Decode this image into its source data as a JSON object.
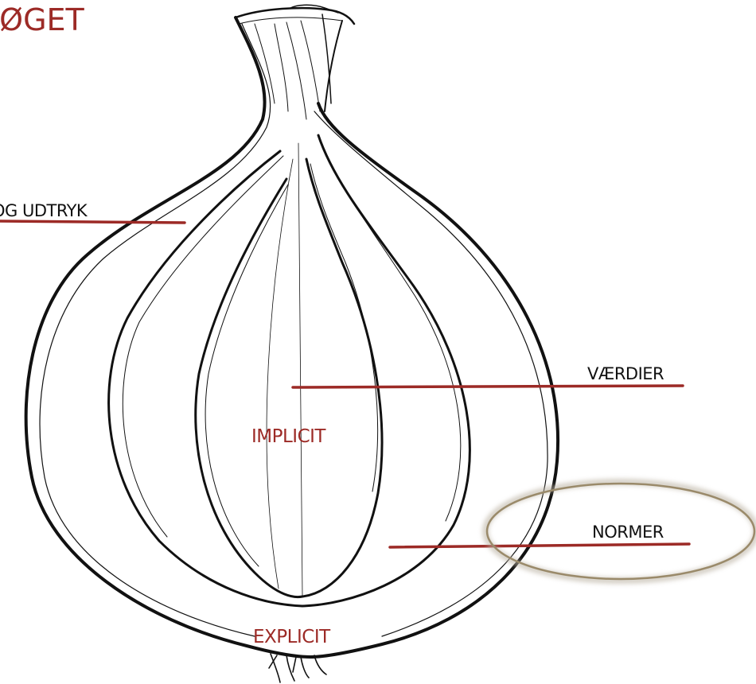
{
  "diagram": {
    "title": "LØGET",
    "labels": {
      "outer": "OG UDTRYK",
      "middle": "VÆRDIER",
      "inner": "NORMER",
      "implicit": "IMPLICIT",
      "explicit": "EXPLICIT"
    },
    "colors": {
      "accent": "#9c2a26",
      "line": "#111111",
      "highlight_ring": "#9a8a6a"
    }
  }
}
